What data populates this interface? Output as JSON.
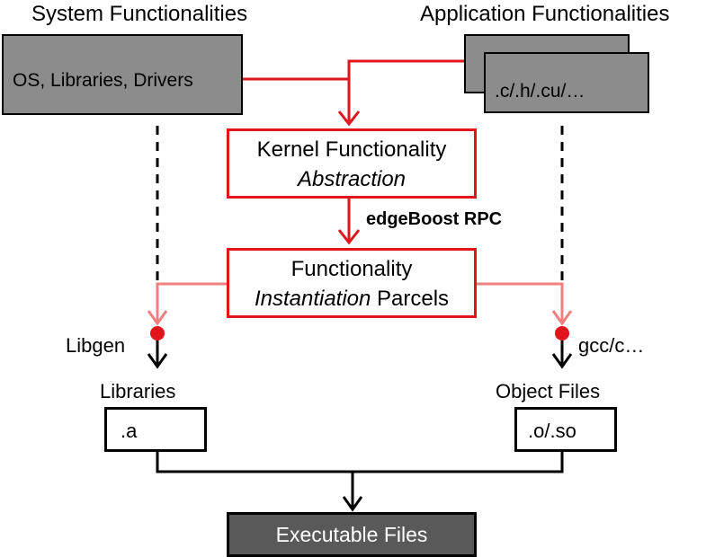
{
  "headings": {
    "system": "System Functionalities",
    "application": "Application Functionalities"
  },
  "boxes": {
    "system": "OS, Libraries, Drivers",
    "application": ".c/.h/.cu/…",
    "kernel_line1": "Kernel Functionality",
    "kernel_line2": "Abstraction",
    "instantiation_line1": "Functionality",
    "instantiation_line2_italic": "Instantiation",
    "instantiation_line2_rest": " Parcels",
    "libraries": ".a",
    "objects": ".o/.so",
    "executable": "Executable Files"
  },
  "labels": {
    "rpc": "edgeBoost RPC",
    "libgen": "Libgen",
    "gcc": "gcc/c…",
    "libraries": "Libraries",
    "object_files": "Object Files"
  },
  "colors": {
    "red": "#e0161c",
    "light_red": "#f08080",
    "gray": "#8c8c8c",
    "dark_gray": "#595959"
  }
}
